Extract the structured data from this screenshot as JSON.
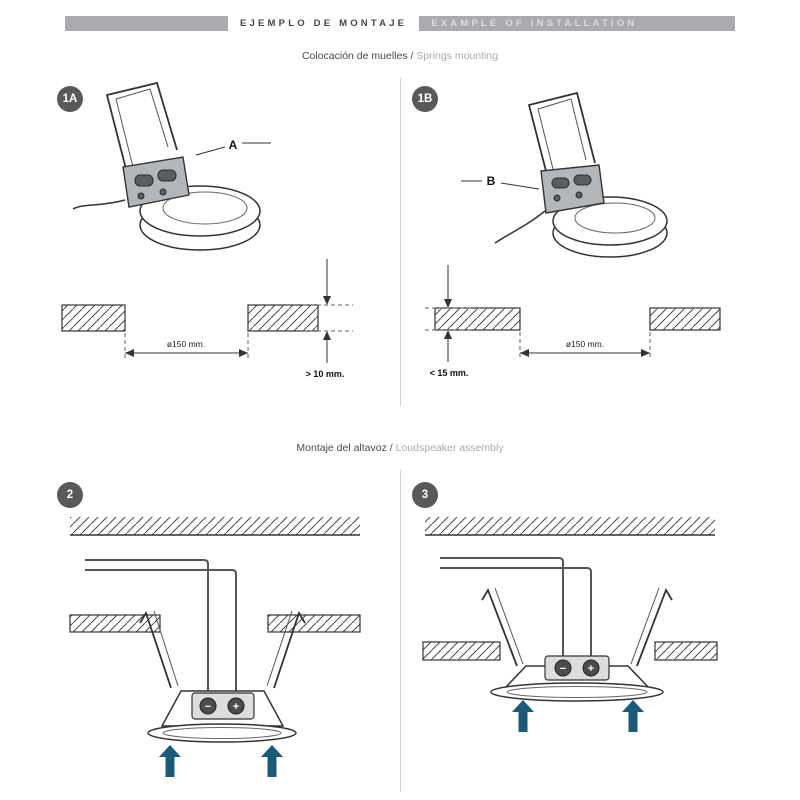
{
  "header": {
    "title_es": "EJEMPLO DE MONTAJE",
    "title_en": "EXAMPLE OF INSTALLATION"
  },
  "sections": {
    "springs": {
      "subtitle_es": "Colocación de muelles /",
      "subtitle_en": "Springs mounting",
      "p1a": {
        "badge": "1A",
        "part_label": "A",
        "hole_dim": "ø150 mm.",
        "thickness_dim": "> 10 mm."
      },
      "p1b": {
        "badge": "1B",
        "part_label": "B",
        "hole_dim": "ø150 mm.",
        "thickness_dim": "< 15 mm."
      }
    },
    "assembly": {
      "subtitle_es": "Montaje del altavoz /",
      "subtitle_en": "Loudspeaker assembly",
      "p2": {
        "badge": "2"
      },
      "p3": {
        "badge": "3"
      },
      "terminal_minus": "−",
      "terminal_plus": "+"
    }
  },
  "colors": {
    "header_bar": "#a9abae",
    "badge_bg": "#58595b",
    "wire_red": "#e23a12",
    "wire_dark": "#3a3a3a",
    "arrow_blue": "#1b5a78"
  }
}
